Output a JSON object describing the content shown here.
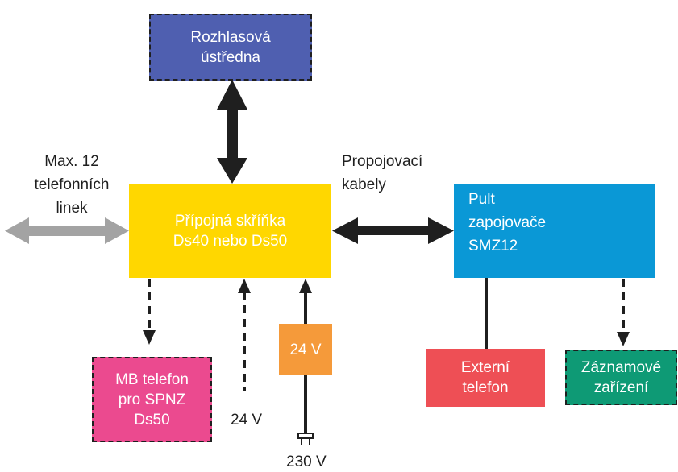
{
  "colors": {
    "central_switchbox": "#ffd700",
    "pa_exchange": "#4f5fb0",
    "operator_console": "#0a98d6",
    "mb_phone": "#eb4a8f",
    "power_supply": "#f59a3a",
    "external_phone": "#ee4f55",
    "recorder": "#0e9a75",
    "gray_arrow": "#a3a3a3",
    "black_arrow": "#1f1f1f"
  },
  "boxes": {
    "pa_exchange": {
      "lines": [
        "Rozhlasová",
        "ústředna"
      ]
    },
    "switchbox": {
      "lines": [
        "Přípojná skříňka",
        "Ds40 nebo Ds50"
      ]
    },
    "console": {
      "lines": [
        "Pult",
        "zapojovače",
        "SMZ12"
      ]
    },
    "mb_phone": {
      "lines": [
        "MB telefon",
        "pro SPNZ",
        "Ds50"
      ]
    },
    "power": {
      "label": "24 V"
    },
    "external_phone": {
      "lines": [
        "Externí",
        "telefon"
      ]
    },
    "recorder": {
      "lines": [
        "Záznamové",
        "zařízení"
      ]
    }
  },
  "labels": {
    "phone_lines": [
      "Max. 12",
      "telefonních",
      "linek"
    ],
    "cables": [
      "Propojovací",
      "kabely"
    ],
    "dc_input": "24 V",
    "mains": "230 V"
  }
}
